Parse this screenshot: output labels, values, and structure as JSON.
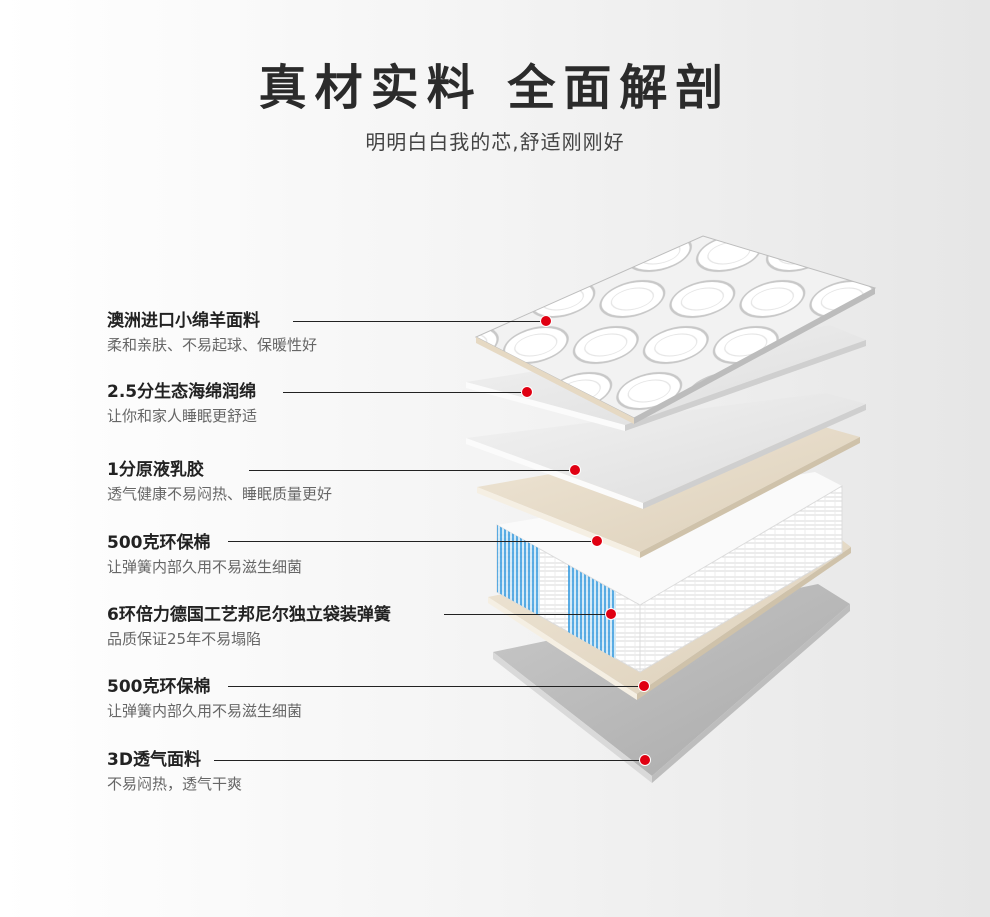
{
  "header": {
    "title": "真材实料 全面解剖",
    "subtitle": "明明白白我的芯,舒适刚刚好"
  },
  "layers": [
    {
      "name": "澳洲进口小绵羊面料",
      "desc": "柔和亲肤、不易起球、保暖性好"
    },
    {
      "name": "2.5分生态海绵润绵",
      "desc": "让你和家人睡眠更舒适"
    },
    {
      "name": "1分原液乳胶",
      "desc": "透气健康不易闷热、睡眠质量更好"
    },
    {
      "name": "500克环保棉",
      "desc": "让弹簧内部久用不易滋生细菌"
    },
    {
      "name": "6环倍力德国工艺邦尼尔独立袋装弹簧",
      "desc": "品质保证25年不易塌陷"
    },
    {
      "name": "500克环保棉",
      "desc": "让弹簧内部久用不易滋生细菌"
    },
    {
      "name": "3D透气面料",
      "desc": "不易闷热，透气干爽"
    }
  ],
  "colors": {
    "accent_dot": "#e00012",
    "quilt": "#f0f0f0",
    "foam": "#e8e8e8",
    "cotton": "#e9dfcf",
    "spring_blue": "#4aa8e0",
    "base": "#b9b9b9"
  }
}
